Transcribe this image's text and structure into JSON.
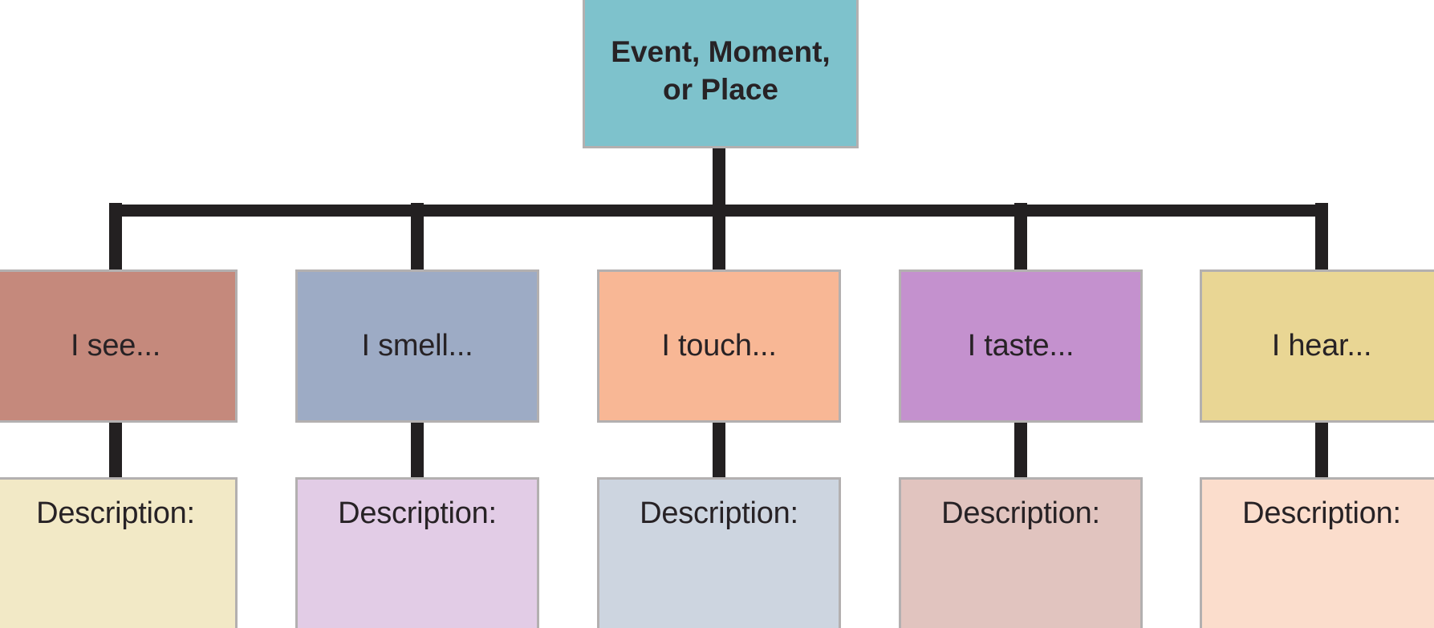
{
  "diagram": {
    "root": {
      "label_line1": "Event, Moment,",
      "label_line2": "or Place",
      "color": "#7ec2cc"
    },
    "connector_color": "#232021",
    "box_border_color": "#b3b0b0",
    "text_color": "#272225",
    "background_color": "#ffffff",
    "nodes": [
      {
        "sense_label": "I see...",
        "sense_color": "#c5897c",
        "description_label": "Description:",
        "description_color": "#f2e9c6"
      },
      {
        "sense_label": "I smell...",
        "sense_color": "#9dabc5",
        "description_label": "Description:",
        "description_color": "#e2cce6"
      },
      {
        "sense_label": "I touch...",
        "sense_color": "#f8b795",
        "description_label": "Description:",
        "description_color": "#cdd5e0"
      },
      {
        "sense_label": "I taste...",
        "sense_color": "#c491ce",
        "description_label": "Description:",
        "description_color": "#e1c4bf"
      },
      {
        "sense_label": "I hear...",
        "sense_color": "#e9d694",
        "description_label": "Description:",
        "description_color": "#fbddcc"
      }
    ]
  }
}
